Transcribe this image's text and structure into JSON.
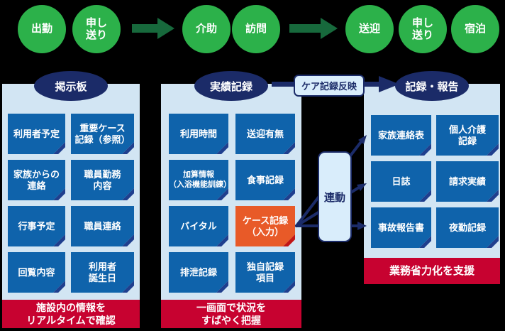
{
  "colors": {
    "background": "#000000",
    "step_green": "#2cb14a",
    "flow_arrow_green": "#17693c",
    "panel_bg": "#d2e5f3",
    "title_navy": "#1b2b68",
    "box_blue": "#0f63ab",
    "box_fold_navy": "#1f3f8e",
    "highlight_orange": "#e85a28",
    "highlight_fold_red": "#c11616",
    "banner_red": "#c70230",
    "chip_bg": "#d9edfb"
  },
  "flow": {
    "steps": [
      "出勤",
      "申し\n送り",
      "介助",
      "訪問",
      "送迎",
      "申し\n送り",
      "宿泊"
    ]
  },
  "panels": [
    {
      "title": "掲示板",
      "boxes": [
        "利用者予定",
        "重要ケース\n記録（参照）",
        "家族からの\n連絡",
        "職員勤務\n内容",
        "行事予定",
        "職員連絡",
        "回覧内容",
        "利用者\n誕生日"
      ],
      "footer": "施設内の情報を\nリアルタイムで確認"
    },
    {
      "title": "実績記録",
      "boxes": [
        "利用時間",
        "送迎有無",
        "加算情報\n（入浴機能訓練）",
        "食事記録",
        "バイタル",
        "ケース記録\n（入力）",
        "排泄記録",
        "独自記録\n項目"
      ],
      "footer": "一画面で状況を\nすばやく把握"
    },
    {
      "title": "記録・報告",
      "boxes": [
        "家族連絡表",
        "個人介護\n記録",
        "日誌",
        "請求実績",
        "事故報告書",
        "夜勤記録"
      ],
      "footer": "業務省力化を支援"
    }
  ],
  "connector": {
    "care_label": "ケア記録反映",
    "link_label": "連動"
  }
}
